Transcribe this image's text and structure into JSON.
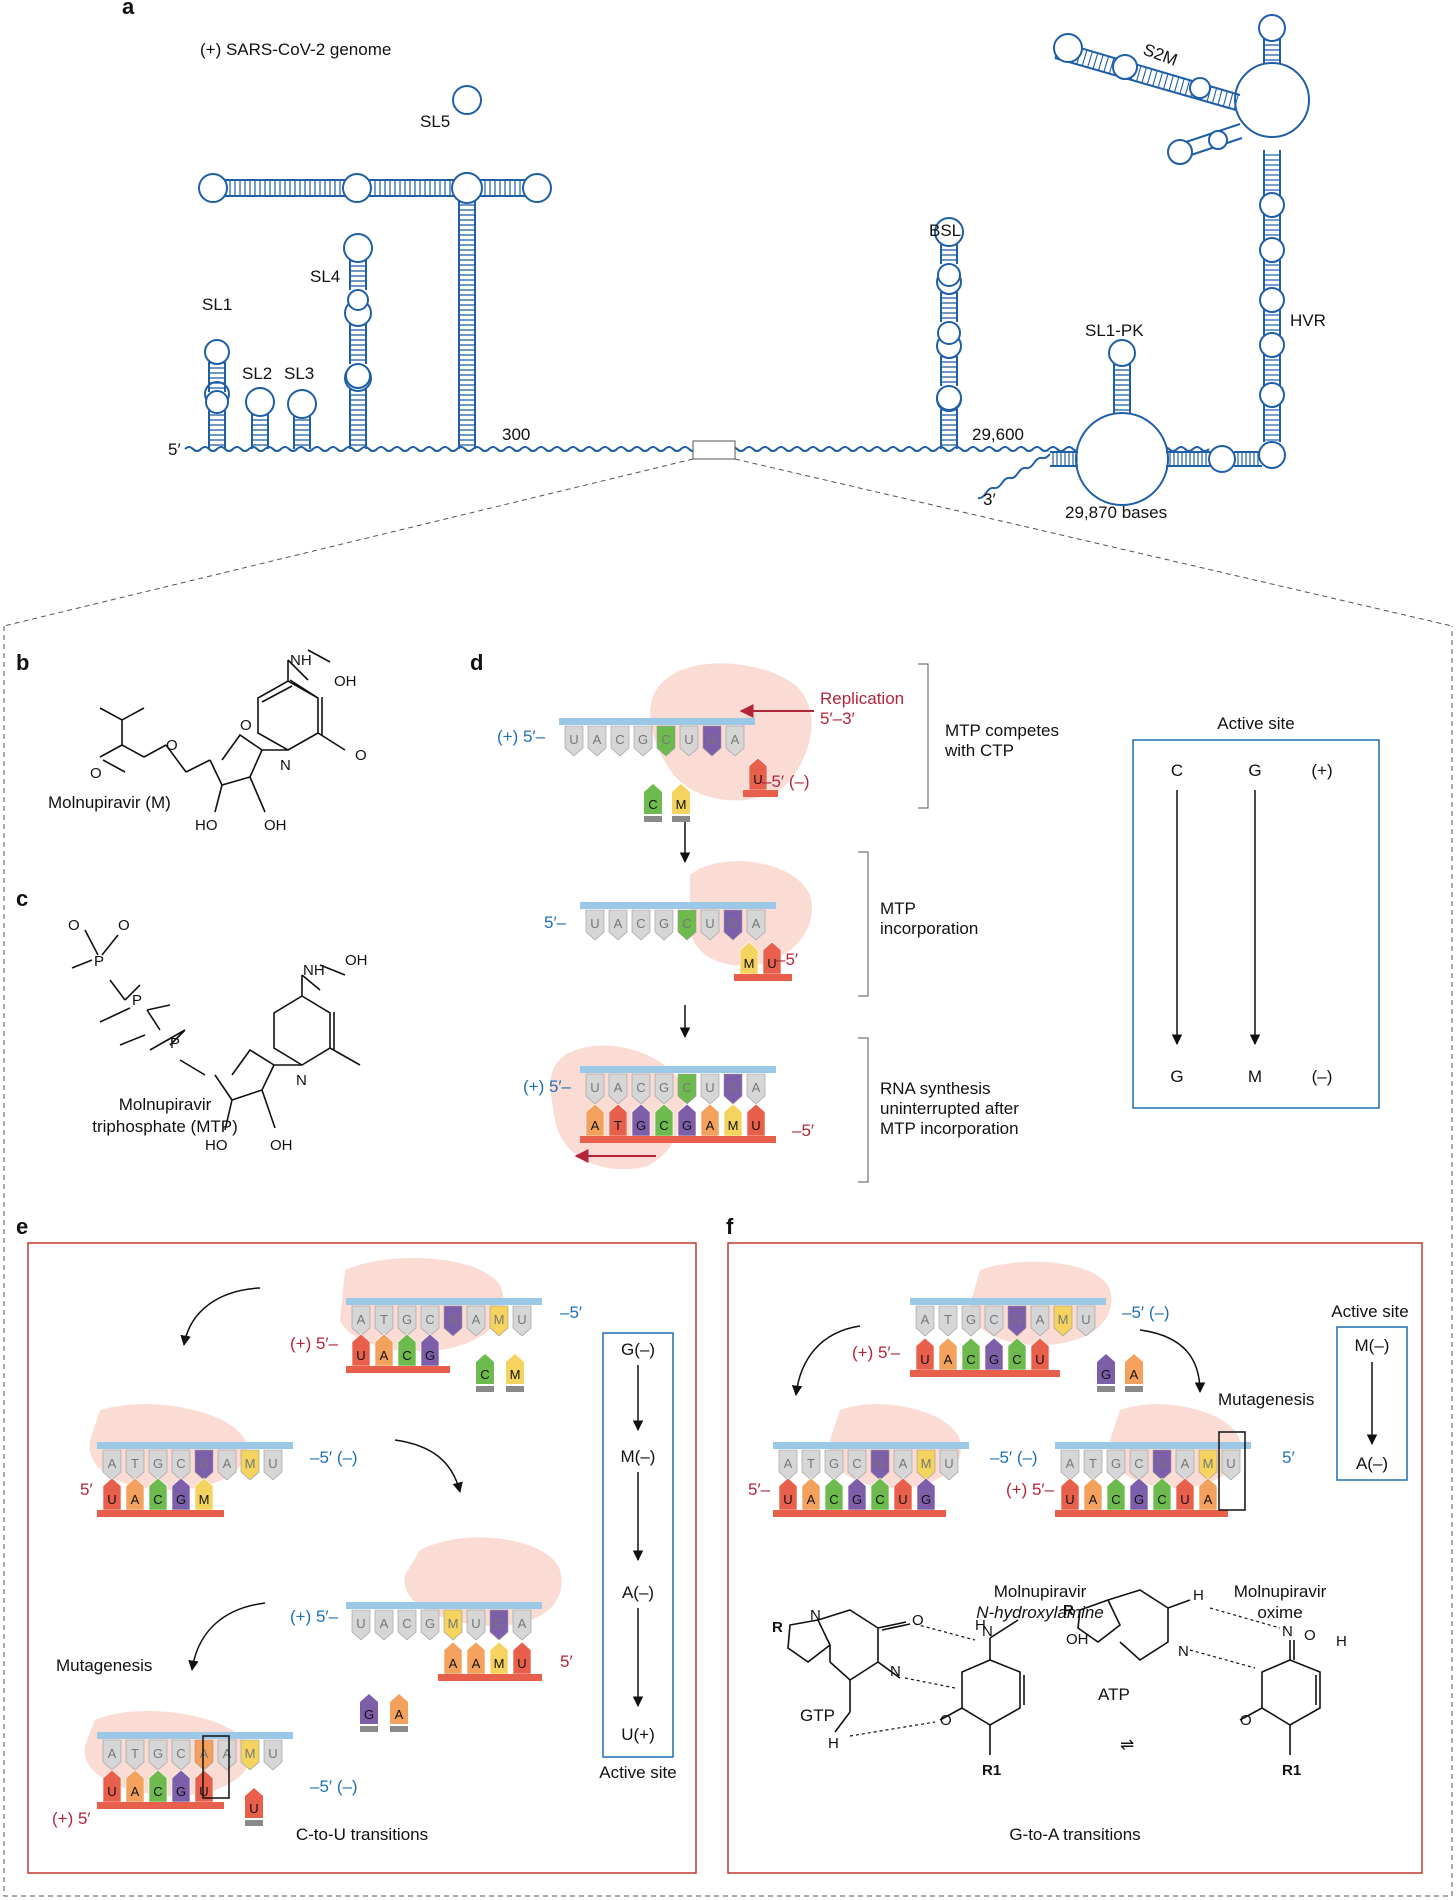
{
  "panel_letters": {
    "a": "a",
    "b": "b",
    "c": "c",
    "d": "d",
    "e": "e",
    "f": "f"
  },
  "panel_a": {
    "title": "(+) SARS-CoV-2 genome",
    "five_prime": "5′",
    "three_prime": "3′",
    "pos_300": "300",
    "pos_29600": "29,600",
    "length": "29,870 bases",
    "stem_loops": {
      "sl1": "SL1",
      "sl2": "SL2",
      "sl3": "SL3",
      "sl4": "SL4",
      "sl5": "SL5",
      "bsl": "BSL",
      "sl1pk": "SL1-PK",
      "hvr": "HVR",
      "s2m": "S2M"
    }
  },
  "panel_b": {
    "name": "Molnupiravir (M)",
    "nh": "NH",
    "oh": "OH",
    "o": "O",
    "n": "N",
    "ho1": "HO",
    "oh2": "OH"
  },
  "panel_c": {
    "name_line1": "Molnupiravir",
    "name_line2": "triphosphate (MTP)",
    "o_minus": "O",
    "minus": "−",
    "p": "P",
    "o": "O",
    "nh": "NH",
    "oh": "OH",
    "n": "N",
    "ho": "HO"
  },
  "panel_d": {
    "step1_text_line1": "MTP competes",
    "step1_text_line2": "with CTP",
    "step2_text_line1": "MTP",
    "step2_text_line2": "incorporation",
    "step3_text_line1": "RNA synthesis",
    "step3_text_line2": "uninterrupted after",
    "step3_text_line3": "MTP incorporation",
    "replication_line1": "Replication",
    "replication_line2": "5′–3′",
    "plus5": "(+) 5′–",
    "five_dash": "5′–",
    "minus5_minus": "–5′ (–)",
    "minus5": "–5′",
    "template1": [
      "U",
      "A",
      "C",
      "G",
      "C",
      "U",
      "G",
      "A"
    ],
    "nascent1": [
      "U"
    ],
    "free_nucs1": [
      "C",
      "M"
    ],
    "template2": [
      "U",
      "A",
      "C",
      "G",
      "C",
      "U",
      "G",
      "A"
    ],
    "nascent2": [
      "M",
      "U"
    ],
    "template3": [
      "U",
      "A",
      "C",
      "G",
      "C",
      "U",
      "G",
      "A"
    ],
    "nascent3": [
      "A",
      "T",
      "G",
      "C",
      "G",
      "A",
      "M",
      "U"
    ],
    "active_site": {
      "title": "Active site",
      "top": [
        "C",
        "G",
        "(+)"
      ],
      "bottom": [
        "G",
        "M",
        "(–)"
      ]
    }
  },
  "panel_e": {
    "caption": "C-to-U transitions",
    "mutagenesis": "Mutagenesis",
    "plus5": "(+) 5′–",
    "plus5_space": "(+) 5′",
    "five": "5′",
    "minus5": "–5′",
    "minus5_minus": "–5′ (–)",
    "s1_template": [
      "A",
      "T",
      "G",
      "C",
      "G",
      "A",
      "M",
      "U"
    ],
    "s1_nascent": [
      "U",
      "A",
      "C",
      "G"
    ],
    "s1_free": [
      "C",
      "M"
    ],
    "s2_template": [
      "A",
      "T",
      "G",
      "C",
      "G",
      "A",
      "M",
      "U"
    ],
    "s2_nascent": [
      "U",
      "A",
      "C",
      "G",
      "M"
    ],
    "s3_template": [
      "U",
      "A",
      "C",
      "G",
      "M",
      "U",
      "G",
      "A"
    ],
    "s3_nascent": [
      "A",
      "A",
      "M",
      "U"
    ],
    "s3_free": [
      "G",
      "A"
    ],
    "s4_template": [
      "A",
      "T",
      "G",
      "C",
      "A",
      "A",
      "M",
      "U"
    ],
    "s4_nascent": [
      "U",
      "A",
      "C",
      "G",
      "U"
    ],
    "s4_free": [
      "U"
    ],
    "active_site": {
      "title": "Active site",
      "items": [
        "G(–)",
        "M(–)",
        "A(–)",
        "U(+)"
      ]
    }
  },
  "panel_f": {
    "caption": "G-to-A transitions",
    "mutagenesis": "Mutagenesis",
    "plus5": "(+) 5′–",
    "five_dash": "5′–",
    "five": "5′",
    "minus5_minus": "–5′ (–)",
    "s1_template": [
      "A",
      "T",
      "G",
      "C",
      "G",
      "A",
      "M",
      "U"
    ],
    "s1_nascent": [
      "U",
      "A",
      "C",
      "G",
      "C",
      "U"
    ],
    "s1_free": [
      "G",
      "A"
    ],
    "s2_template": [
      "A",
      "T",
      "G",
      "C",
      "G",
      "A",
      "M",
      "U"
    ],
    "s2_nascent": [
      "U",
      "A",
      "C",
      "G",
      "C",
      "U",
      "G"
    ],
    "s3_template": [
      "A",
      "T",
      "G",
      "C",
      "G",
      "A",
      "M",
      "U"
    ],
    "s3_nascent": [
      "U",
      "A",
      "C",
      "G",
      "C",
      "U",
      "A"
    ],
    "active_site": {
      "title": "Active site",
      "items": [
        "M(–)",
        "A(–)"
      ]
    },
    "n_hydroxylamine_line1": "Molnupiravir",
    "n_hydroxylamine_line2": "N-hydroxylamine",
    "oxime_line1": "Molnupiravir",
    "oxime_line2": "oxime",
    "gtp": "GTP",
    "atp": "ATP",
    "r": "R",
    "r1": "R1",
    "n": "N",
    "h": "H",
    "o": "O",
    "nh": "N",
    "oh": "OH"
  },
  "colors": {
    "blue": "#1f6fb5",
    "red": "#b3263a",
    "C": "#6dbb4f",
    "G": "#7d5ea8",
    "M": "#f4d35e",
    "A": "#f4a15d",
    "U": "#e8604c",
    "T": "#e8604c",
    "gray": "#d6d6d6",
    "bar": "#9cc8e8"
  }
}
